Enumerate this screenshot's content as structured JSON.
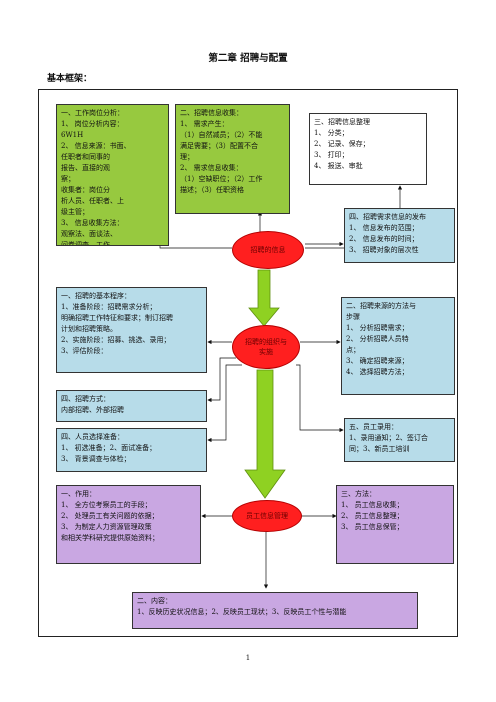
{
  "header": {
    "title": "第二章 招聘与配置",
    "subtitle": "基本框架："
  },
  "boxes": {
    "job_analysis": [
      "一、工作岗位分析：",
      "1、 岗位分析内容：",
      "6W1H",
      "2、 信息来源：书面、",
      "任职者和同事的",
      "报告、直接的观",
      "察；",
      "收集者：岗位分",
      "析人员、任职者、上",
      "级主管；",
      "3、 信息收集方法：",
      "观察法、面谈法、",
      "问卷调查、工作"
    ],
    "recruit_info_collect": [
      "二、招聘信息收集：",
      "1、 需求产生：",
      "（1）自然减员；（2）不能",
      "满足需要；（3）配置不合",
      "理；",
      "2、 需求信息收集：",
      "（1）空缺职位；（2）工作",
      "描述；（3）任职资格"
    ],
    "info_organize": [
      "三、招聘信息整理",
      "1、 分类；",
      "2、 记录、保存；",
      "3、 打印；",
      "4、 报送、审批"
    ],
    "demand_publish": [
      "四、招聘需求信息的发布",
      "1、 信息发布的范围；",
      "2、 信息发布的时间；",
      "3、 招聘对象的层次性"
    ],
    "basic_procedure": [
      "一、招聘的基本程序：",
      "1、准备阶段：招聘需求分析；",
      "明确招聘工作特征和要求；制订招聘",
      "计划和招聘策略。",
      "2、实施阶段：招募、挑选、录用；",
      "3、评估阶段："
    ],
    "source_methods": [
      "二、招聘来源的方法与",
      "步骤",
      "1、 分析招聘需求；",
      "2、 分析招聘人员特",
      "点；",
      "3、 确定招聘来源；",
      "4、 选择招聘方法；"
    ],
    "recruit_methods": [
      "四、招聘方式：",
      "内部招聘、外部招聘"
    ],
    "employee_hiring": [
      "五、员工录用：",
      "1、录用通知；2、签订合",
      "同；3、新员工培训"
    ],
    "selection_prep": [
      "四、人员选择准备：",
      "1、 初选准备；2、面试准备；",
      "3、 背景调查与体检；"
    ],
    "functions": [
      "一、作用：",
      "1、 全方位考察员工的手段；",
      "2、 处理员工有关问题的依据；",
      "3、 为制定人力资源管理政策",
      "和相关学科研究提供原始资料；"
    ],
    "methods": [
      "三、方法：",
      "1、 员工信息收集；",
      "2、 员工信息整理；",
      "3、 员工信息保管；"
    ],
    "contents": [
      "二、内容：",
      "1、反映历史状况信息；2、反映员工现状；3、反映员工个性与潜能"
    ]
  },
  "nodes": {
    "recruit_info": "招聘的信息",
    "recruit_org": "招聘的组织与实施",
    "employee_info": "员工信息管理"
  },
  "colors": {
    "green": "#97c93f",
    "blue": "#b7dce9",
    "purple": "#c9a7e2",
    "red": "#ff1f1f",
    "arrow": "#8fd122"
  },
  "page_number": "1"
}
